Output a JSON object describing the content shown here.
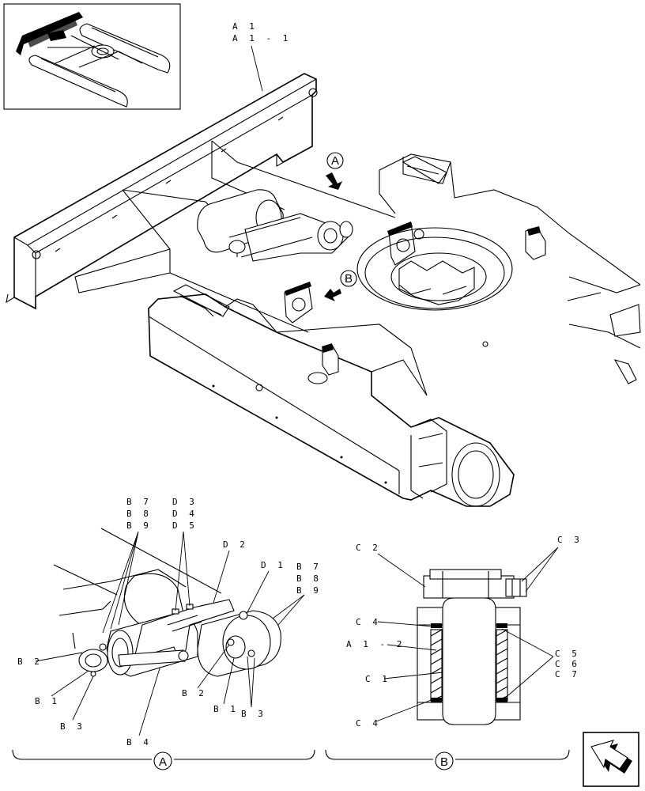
{
  "labels": {
    "a1": "A 1",
    "a1_1": "A 1 - 1",
    "view_a": "A",
    "view_b": "B",
    "b7": "B 7",
    "b8": "B 8",
    "b9": "B 9",
    "d3": "D 3",
    "d4": "D 4",
    "d5": "D 5",
    "d2": "D 2",
    "d1": "D 1",
    "b7r": "B 7",
    "b8r": "B 8",
    "b9r": "B 9",
    "b2": "B 2",
    "b1": "B 1",
    "b3": "B 3",
    "b2m": "B 2",
    "b1m": "B 1",
    "b3m": "B 3",
    "b4": "B 4",
    "c2": "C 2",
    "c3": "C 3",
    "c4_top": "C 4",
    "a1_2": "A 1 - 2",
    "c1": "C 1",
    "c4_bot": "C 4",
    "c5": "C 5",
    "c6": "C 6",
    "c7": "C 7",
    "section_a": "A",
    "section_b": "B"
  },
  "icons": {
    "thumbnail": "excavator-undercarriage-thumbnail",
    "nav": "next-page-arrow-icon"
  }
}
